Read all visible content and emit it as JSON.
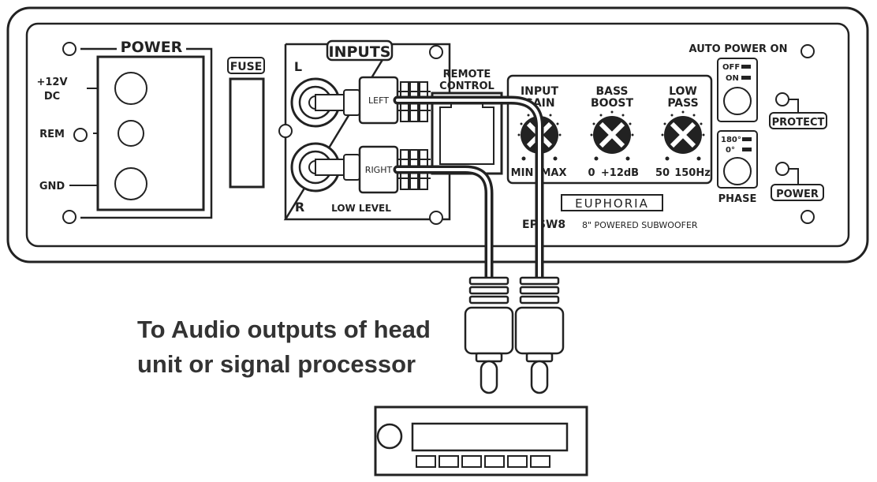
{
  "power_block": {
    "title": "POWER",
    "v12": "+12V",
    "dc": "DC",
    "rem": "REM",
    "gnd": "GND"
  },
  "fuse": {
    "label": "FUSE"
  },
  "inputs": {
    "title": "INPUTS",
    "l": "L",
    "r": "R",
    "left": "LEFT",
    "right": "RIGHT",
    "low_level": "LOW LEVEL"
  },
  "remote": {
    "line1": "REMOTE",
    "line2": "CONTROL"
  },
  "controls": {
    "input_gain": {
      "line1": "INPUT",
      "line2": "GAIN",
      "min": "MIN",
      "max": "MAX"
    },
    "bass_boost": {
      "line1": "BASS",
      "line2": "BOOST",
      "min": "0",
      "max": "+12dB"
    },
    "low_pass": {
      "line1": "LOW",
      "line2": "PASS",
      "min": "50",
      "max": "150Hz"
    }
  },
  "brand": {
    "name": "EUPHORIA",
    "model": "EPSW8",
    "desc": "8\" POWERED SUBWOOFER"
  },
  "auto_power": {
    "title": "AUTO POWER ON",
    "off": "OFF",
    "on": "ON"
  },
  "protect": {
    "label": "PROTECT"
  },
  "phase": {
    "p180": "180°",
    "p0": "0°",
    "label": "PHASE"
  },
  "power_led": {
    "label": "POWER"
  },
  "caption": {
    "line1": "To Audio outputs of head",
    "line2": "unit or signal processor"
  }
}
